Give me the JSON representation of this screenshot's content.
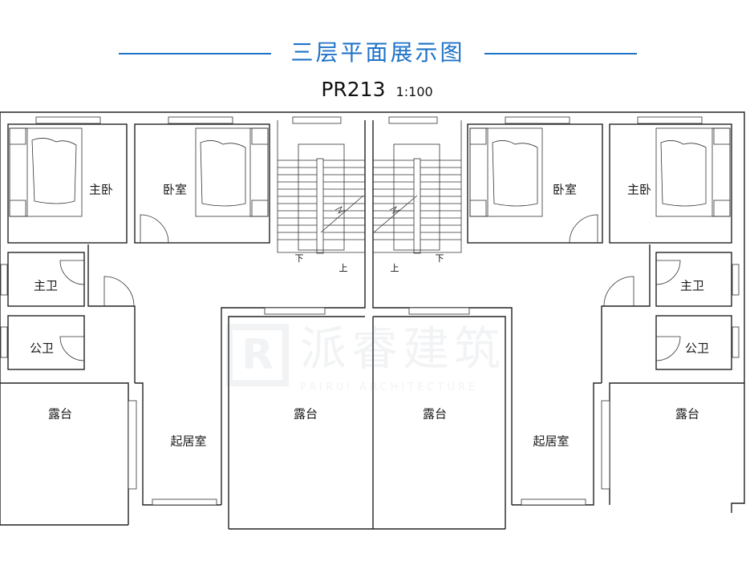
{
  "header": {
    "title": "三层平面展示图",
    "code": "PR213",
    "scale": "1:100",
    "accent_color": "#1f73c7"
  },
  "rooms": {
    "master_bedroom_left": "主卧",
    "bedroom_left": "卧室",
    "bedroom_right": "卧室",
    "master_bedroom_right": "主卧",
    "master_bath_left": "主卫",
    "master_bath_right": "主卫",
    "public_bath_left": "公卫",
    "public_bath_right": "公卫",
    "terrace_left": "露台",
    "terrace_center_left": "露台",
    "terrace_center_right": "露台",
    "terrace_right": "露台",
    "living_left": "起居室",
    "living_right": "起居室"
  },
  "stairs": {
    "left_down": "下",
    "left_up": "上",
    "right_up": "上",
    "right_down": "下"
  },
  "watermark": {
    "logo": "R",
    "name": "派睿建筑",
    "subtitle": "PAIRUI ARCHITECTURE"
  },
  "icons": [
    "bed-icon",
    "stair-break-icon"
  ]
}
